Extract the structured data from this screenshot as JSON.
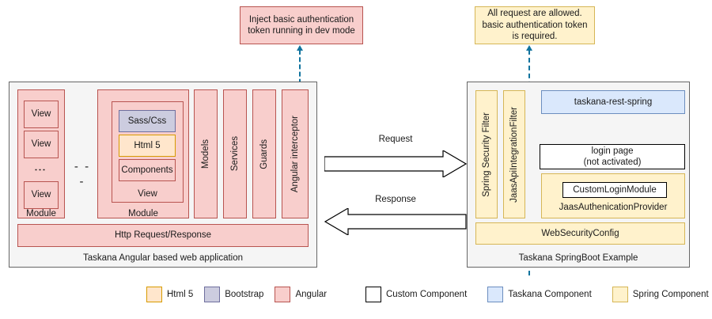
{
  "callouts": {
    "left": {
      "text": "Inject basic authentication token running in dev mode",
      "fill": "#f8cecc",
      "stroke": "#b85450"
    },
    "right": {
      "text": "All request are allowed. basic authentication token is required.",
      "fill": "#fff2cc",
      "stroke": "#d6b656"
    }
  },
  "left_panel": {
    "caption": "Taskana Angular based web application",
    "module_a": {
      "label": "Module",
      "views": [
        "View",
        "View",
        "View"
      ],
      "vertical_ellipsis": "⋮"
    },
    "between_modules": "- - -",
    "module_b": {
      "label": "Module",
      "view_label": "View",
      "items": [
        {
          "label": "Sass/Css",
          "kind": "bootstrap"
        },
        {
          "label": "Html 5",
          "kind": "html5"
        },
        {
          "label": "Components",
          "kind": "angular"
        }
      ]
    },
    "columns": [
      "Models",
      "Services",
      "Guards",
      "Angular interceptor"
    ],
    "http_bar": "Http Request/Response"
  },
  "middle": {
    "request_label": "Request",
    "response_label": "Response"
  },
  "right_panel": {
    "caption": "Taskana SpringBoot Example",
    "filters": [
      "Spring Security Filter",
      "JaasApiIntegrationFilter"
    ],
    "rest_spring": "taskana-rest-spring",
    "login_page": "login page\n(not activated)",
    "jaas_provider": {
      "inner": "CustomLoginModule",
      "label": "JaasAuthenicationProvider"
    },
    "web_security_config": "WebSecurityConfig"
  },
  "legend": {
    "group_left": [
      {
        "label": "Html 5",
        "fill": "#ffe6cc",
        "stroke": "#d79b00"
      },
      {
        "label": "Bootstrap",
        "fill": "#ccccdf",
        "stroke": "#6f6f9e"
      },
      {
        "label": "Angular",
        "fill": "#f8cecc",
        "stroke": "#b85450"
      }
    ],
    "group_right": [
      {
        "label": "Custom Component",
        "fill": "#ffffff",
        "stroke": "#000000"
      },
      {
        "label": "Taskana Component",
        "fill": "#dae8fc",
        "stroke": "#6c8ebf"
      },
      {
        "label": "Spring Component",
        "fill": "#fff2cc",
        "stroke": "#d6b656"
      }
    ]
  }
}
